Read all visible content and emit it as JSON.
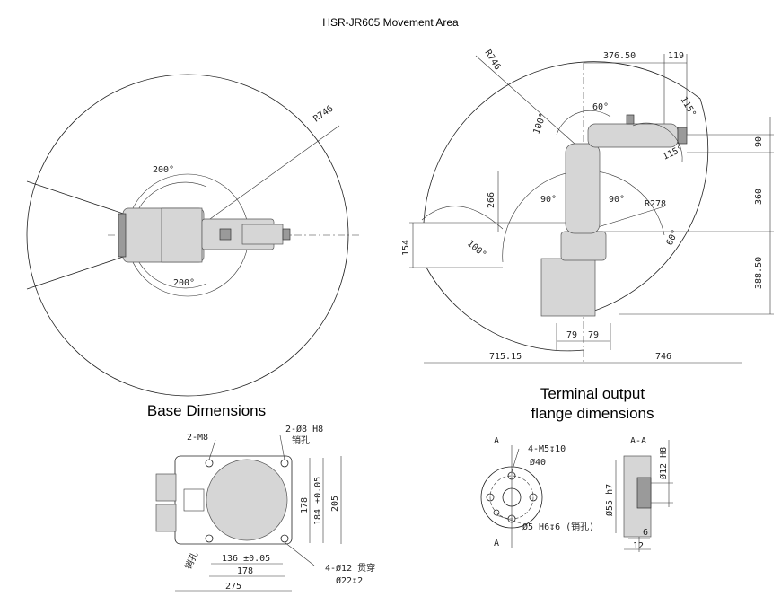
{
  "title": "HSR-JR605 Movement Area",
  "sections": {
    "base": "Base Dimensions",
    "flange_line1": "Terminal output",
    "flange_line2": "flange dimensions"
  },
  "top_view": {
    "radius": "R746",
    "angle_top": "200°",
    "angle_bottom": "200°"
  },
  "side_view": {
    "radius_outer": "R746",
    "radius_inner": "R278",
    "dim_376": "376.50",
    "dim_119": "119",
    "angle_115": "115°",
    "angle_60_top": "60°",
    "angle_100_top": "100°",
    "angle_115_b": "115°",
    "dim_90": "90",
    "dim_360": "360",
    "dim_38850": "388.50",
    "dim_266": "266",
    "angle_90_l": "90°",
    "angle_90_r": "90°",
    "dim_154": "154",
    "angle_100_bottom": "100°",
    "angle_60_bottom": "60°",
    "dim_79a": "79",
    "dim_79b": "79",
    "dim_71515": "715.15",
    "dim_746": "746"
  },
  "base": {
    "m8": "2-M8",
    "pin_hole": "2-Ø8 H8",
    "pin_hole_cn": "销孔",
    "dim_178v": "178",
    "dim_184": "184 ±0.05",
    "dim_205": "205",
    "dim_136": "136 ±0.05",
    "dim_178h": "178",
    "dim_275": "275",
    "thru": "4-Ø12 贯穿",
    "counterbore": "Ø22↧2",
    "pin_cn": "销孔"
  },
  "flange": {
    "sec_a_top": "A",
    "sec_a_bottom": "A",
    "m5": "4-M5↧10",
    "d40": "Ø40",
    "pin": "Ø5 H6↧6 (销孔)",
    "section": "A-A",
    "d12": "Ø12 H8",
    "d55": "Ø55 h7",
    "dim_6": "6",
    "dim_12": "12"
  }
}
